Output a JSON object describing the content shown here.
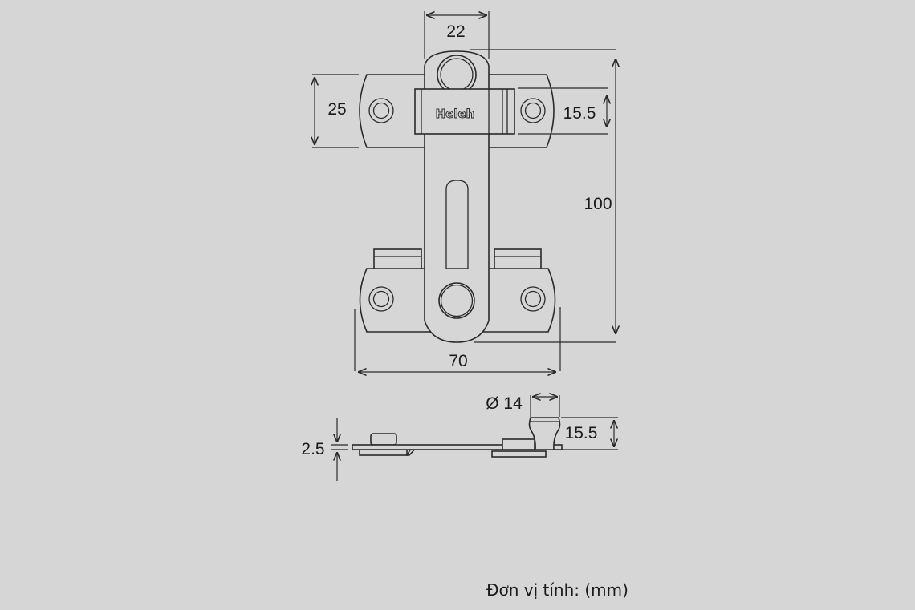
{
  "brand_logo": "Heleh",
  "dimensions": {
    "knob_width": "22",
    "plate_height": "25",
    "hasp_height": "15.5",
    "total_height": "100",
    "total_width": "70",
    "knob_diameter": "Ø 14",
    "knob_height": "15.5",
    "plate_thickness": "2.5"
  },
  "unit_note": "Đơn vị tính: (mm)",
  "colors": {
    "background": "#d6d6d6",
    "line": "#2a2a2a"
  }
}
